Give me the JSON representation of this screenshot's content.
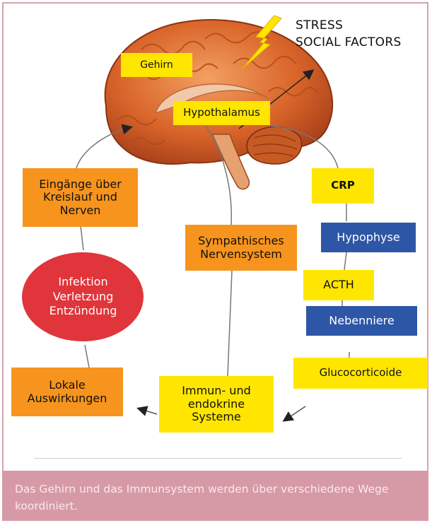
{
  "stress_label": "STRESS\nSOCIAL FACTORS",
  "boxes": {
    "gehirn": "Gehirn",
    "hypothalamus": "Hypothalamus",
    "eingaenge": "Eingänge über\nKreislauf und\nNerven",
    "crp": "CRP",
    "sympathisches": "Sympathisches\nNervensystem",
    "hypophyse": "Hypophyse",
    "acth": "ACTH",
    "nebenniere": "Nebenniere",
    "infektion": "Infektion\nVerletzung\nEntzündung",
    "glucocorticoide": "Glucocorticoide",
    "lokale": "Lokale\nAuswirkungen",
    "immun": "Immun- und\nendokrine\nSysteme"
  },
  "caption": "Das Gehirn und das Immunsystem werden über verschiedene Wege koordiniert.",
  "colors": {
    "orange": "#f7941d",
    "yellow": "#ffe600",
    "blue": "#2e56a6",
    "red": "#e0353b",
    "caption_bg": "#d69aa6",
    "frame": "#d9a3ad"
  }
}
